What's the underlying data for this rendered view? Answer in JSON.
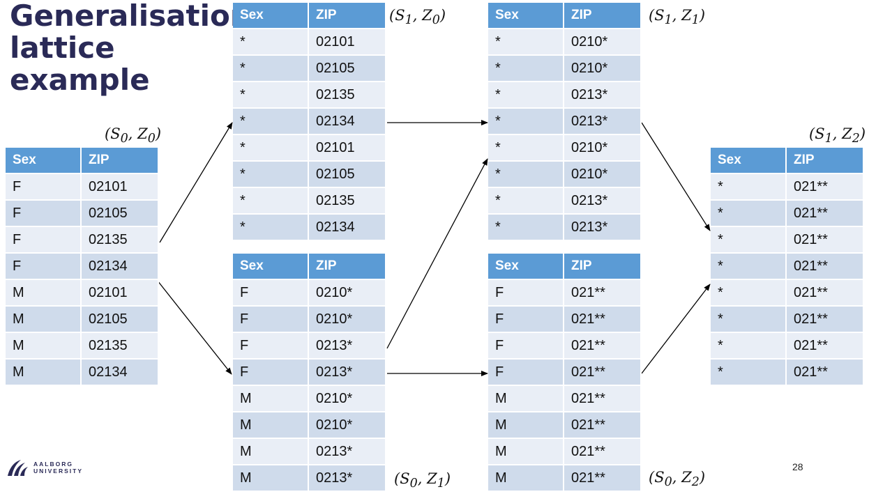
{
  "title": {
    "line1": "Generalisation",
    "line2": "lattice",
    "line3": "example"
  },
  "columns": {
    "sex": "Sex",
    "zip": "ZIP"
  },
  "tables": [
    {
      "label_s": "0",
      "label_z": "0",
      "rows": [
        [
          "F",
          "02101"
        ],
        [
          "F",
          "02105"
        ],
        [
          "F",
          "02135"
        ],
        [
          "F",
          "02134"
        ],
        [
          "M",
          "02101"
        ],
        [
          "M",
          "02105"
        ],
        [
          "M",
          "02135"
        ],
        [
          "M",
          "02134"
        ]
      ]
    },
    {
      "label_s": "1",
      "label_z": "0",
      "rows": [
        [
          "*",
          "02101"
        ],
        [
          "*",
          "02105"
        ],
        [
          "*",
          "02135"
        ],
        [
          "*",
          "02134"
        ],
        [
          "*",
          "02101"
        ],
        [
          "*",
          "02105"
        ],
        [
          "*",
          "02135"
        ],
        [
          "*",
          "02134"
        ]
      ]
    },
    {
      "label_s": "0",
      "label_z": "1",
      "rows": [
        [
          "F",
          "0210*"
        ],
        [
          "F",
          "0210*"
        ],
        [
          "F",
          "0213*"
        ],
        [
          "F",
          "0213*"
        ],
        [
          "M",
          "0210*"
        ],
        [
          "M",
          "0210*"
        ],
        [
          "M",
          "0213*"
        ],
        [
          "M",
          "0213*"
        ]
      ]
    },
    {
      "label_s": "1",
      "label_z": "1",
      "rows": [
        [
          "*",
          "0210*"
        ],
        [
          "*",
          "0210*"
        ],
        [
          "*",
          "0213*"
        ],
        [
          "*",
          "0213*"
        ],
        [
          "*",
          "0210*"
        ],
        [
          "*",
          "0210*"
        ],
        [
          "*",
          "0213*"
        ],
        [
          "*",
          "0213*"
        ]
      ]
    },
    {
      "label_s": "0",
      "label_z": "2",
      "rows": [
        [
          "F",
          "021**"
        ],
        [
          "F",
          "021**"
        ],
        [
          "F",
          "021**"
        ],
        [
          "F",
          "021**"
        ],
        [
          "M",
          "021**"
        ],
        [
          "M",
          "021**"
        ],
        [
          "M",
          "021**"
        ],
        [
          "M",
          "021**"
        ]
      ]
    },
    {
      "label_s": "1",
      "label_z": "2",
      "rows": [
        [
          "*",
          "021**"
        ],
        [
          "*",
          "021**"
        ],
        [
          "*",
          "021**"
        ],
        [
          "*",
          "021**"
        ],
        [
          "*",
          "021**"
        ],
        [
          "*",
          "021**"
        ],
        [
          "*",
          "021**"
        ],
        [
          "*",
          "021**"
        ]
      ]
    }
  ],
  "logo": {
    "line1": "AALBORG",
    "line2": "UNIVERSITY",
    "icon": "aalborg-waves-icon"
  },
  "page_number": "28",
  "colors": {
    "header": "#5b9bd5",
    "row_dark": "#cfdbeb",
    "row_light": "#e9eef6",
    "title": "#2a2a57"
  }
}
